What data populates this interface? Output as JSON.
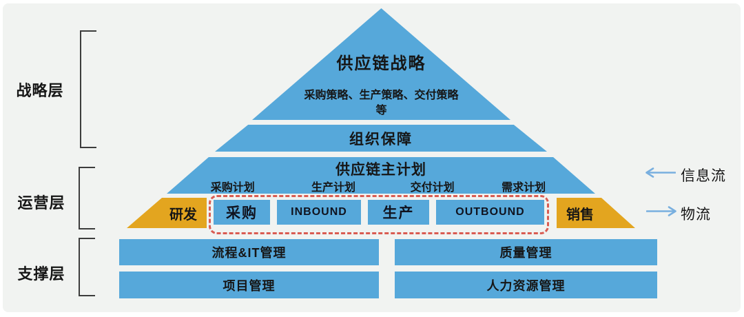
{
  "layers": {
    "strategy_label": "战略层",
    "operations_label": "运营层",
    "support_label": "支撑层"
  },
  "pyramid": {
    "apex": {
      "title": "供应链战略",
      "subtitle": "采购策略、生产策略、交付策略",
      "subtitle2": "等"
    },
    "band_org": {
      "label": "组织保障"
    },
    "band_plan": {
      "title": "供应链主计划",
      "plans": [
        "采购计划",
        "生产计划",
        "交付计划",
        "需求计划"
      ]
    }
  },
  "process_row": {
    "rnd": "研发",
    "boxes": [
      "采购",
      "INBOUND",
      "生产",
      "OUTBOUND"
    ],
    "sales": "销售"
  },
  "support_boxes": [
    {
      "label": "流程&IT管理"
    },
    {
      "label": "质量管理"
    },
    {
      "label": "项目管理"
    },
    {
      "label": "人力资源管理"
    }
  ],
  "legend": {
    "info_flow": "信息流",
    "material_flow": "物流"
  },
  "colors": {
    "band_blue": "#56A8DA",
    "accent_orange": "#E3A51F",
    "dashed_red": "#D95C52",
    "arrow_blue": "#79AFDF",
    "background": "#F1F3F1",
    "text": "#161616"
  }
}
